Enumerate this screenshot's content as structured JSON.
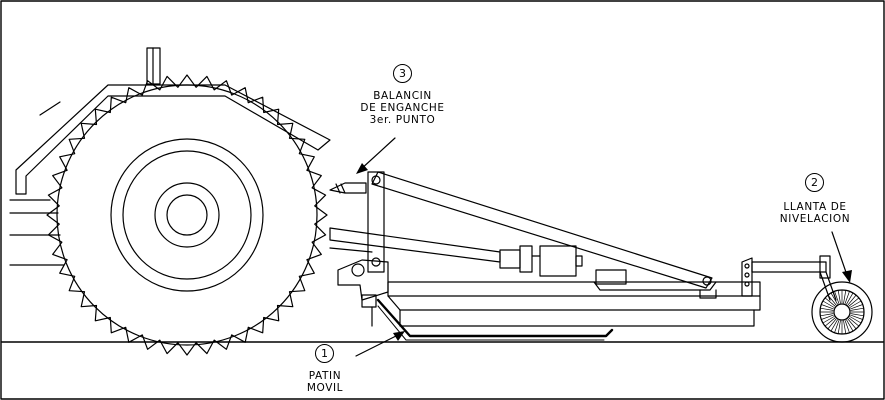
{
  "callouts": [
    {
      "number": "3",
      "lines": [
        "BALANCIN",
        "DE ENGANCHE",
        "3er. PUNTO"
      ]
    },
    {
      "number": "2",
      "lines": [
        "LLANTA DE",
        "NIVELACION"
      ]
    },
    {
      "number": "1",
      "lines": [
        "PATIN",
        "MOVIL"
      ]
    }
  ],
  "colors": {
    "line": "#000000",
    "background": "#ffffff"
  }
}
